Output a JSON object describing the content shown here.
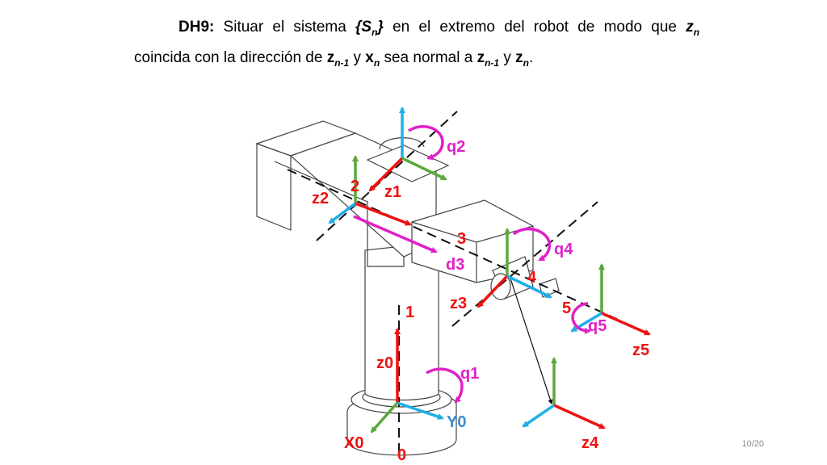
{
  "header": {
    "step": "DH9:",
    "t1": "Situar el sistema",
    "sys": "{S",
    "sys_sub": "n",
    "sys_close": "}",
    "t2": "en el extremo del robot de modo que",
    "zn": "z",
    "zn_sub": "n",
    "t3": "coincida con la dirección de",
    "z1": "z",
    "z1_sub": "n-1",
    "t4": "y",
    "x1": "x",
    "x1_sub": "n",
    "t5": "sea normal a",
    "z2": "z",
    "z2_sub": "n-1",
    "t6": "y",
    "z3": "z",
    "z3_sub": "n",
    "end": "."
  },
  "labels": {
    "q1": "q1",
    "q2": "q2",
    "q4": "q4",
    "q5": "q5",
    "z0": "z0",
    "z1": "z1",
    "z2": "z2",
    "z3": "z3",
    "z4": "z4",
    "z5": "z5",
    "x0": "X0",
    "y0": "Y0",
    "d3": "d3",
    "n0": "0",
    "n1": "1",
    "n2": "2",
    "n3": "3",
    "n4": "4",
    "n5": "5"
  },
  "page_number": "10/20",
  "colors": {
    "z_axis": "#ee1111",
    "y_axis": "#1faee8",
    "x_axis": "#5aa83c",
    "up_axis": "#4ca83c",
    "joint": "#e020c8",
    "label_blue": "#3c8dd0"
  }
}
